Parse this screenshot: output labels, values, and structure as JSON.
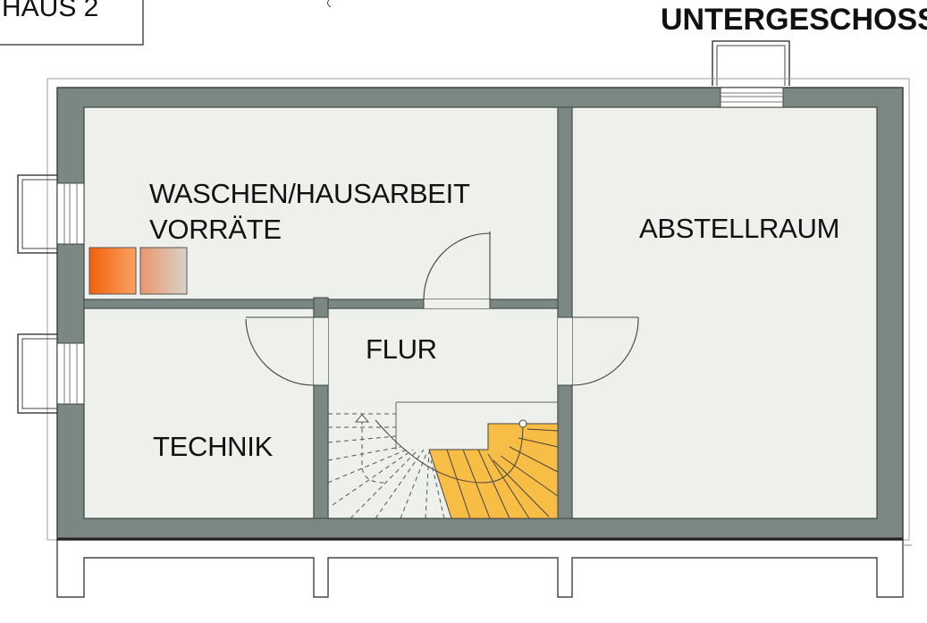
{
  "header": {
    "house_label": "HAUS 2",
    "floor_title": "UNTERGESCHOSS"
  },
  "rooms": {
    "waschen_line1": "WASCHEN/HAUSARBEIT",
    "waschen_line2": "VORRÄTE",
    "abstellraum": "ABSTELLRAUM",
    "flur": "FLUR",
    "technik": "TECHNIK"
  },
  "colors": {
    "wall": "#7b8783",
    "wall_dark": "#3c4441",
    "floor": "#eef0eb",
    "stair_highlight": "#f8bd45",
    "appliance_orange": "#f06a10",
    "appliance_light": "#d9b49a"
  },
  "icons": {
    "washer": "washing-machine-icon",
    "dryer": "dryer-icon"
  }
}
